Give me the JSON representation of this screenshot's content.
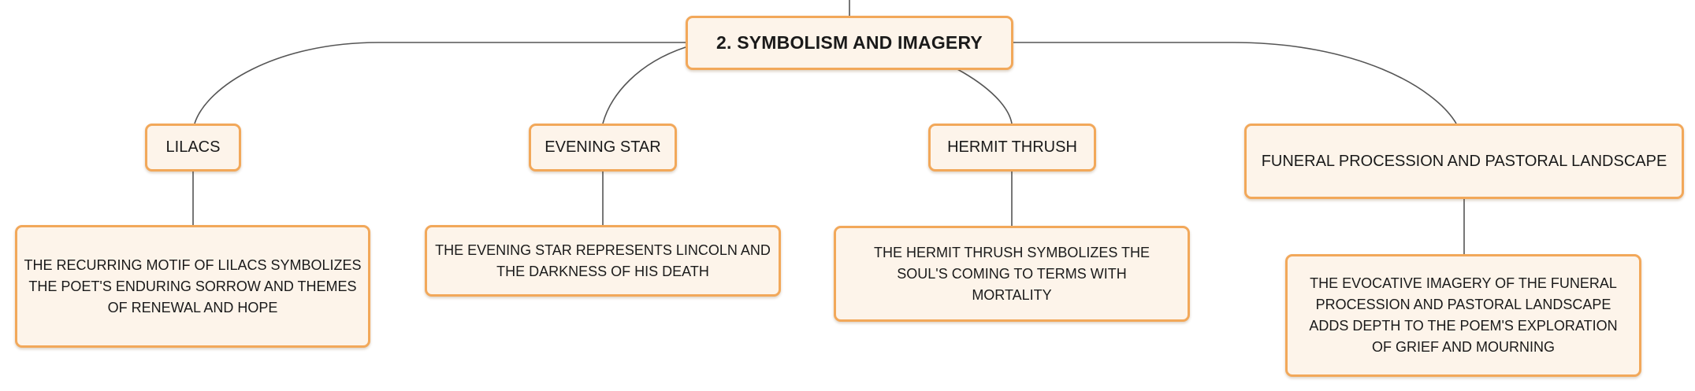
{
  "root": {
    "title": "2. SYMBOLISM AND IMAGERY"
  },
  "topics": [
    {
      "label": "LILACS",
      "detail": "THE RECURRING MOTIF OF LILACS SYMBOLIZES THE POET'S ENDURING SORROW AND THEMES OF RENEWAL AND HOPE"
    },
    {
      "label": "EVENING STAR",
      "detail": "THE EVENING STAR REPRESENTS LINCOLN AND THE DARKNESS OF HIS DEATH"
    },
    {
      "label": "HERMIT THRUSH",
      "detail": "THE HERMIT THRUSH SYMBOLIZES THE SOUL'S COMING TO TERMS WITH MORTALITY"
    },
    {
      "label": "FUNERAL PROCESSION AND PASTORAL LANDSCAPE",
      "detail": "THE EVOCATIVE IMAGERY OF THE FUNERAL PROCESSION AND PASTORAL LANDSCAPE ADDS DEPTH TO THE POEM'S EXPLORATION OF GRIEF AND MOURNING"
    }
  ],
  "colors": {
    "node_fill": "#fdf4ea",
    "node_border": "#f2a85a",
    "connector": "#555555"
  }
}
